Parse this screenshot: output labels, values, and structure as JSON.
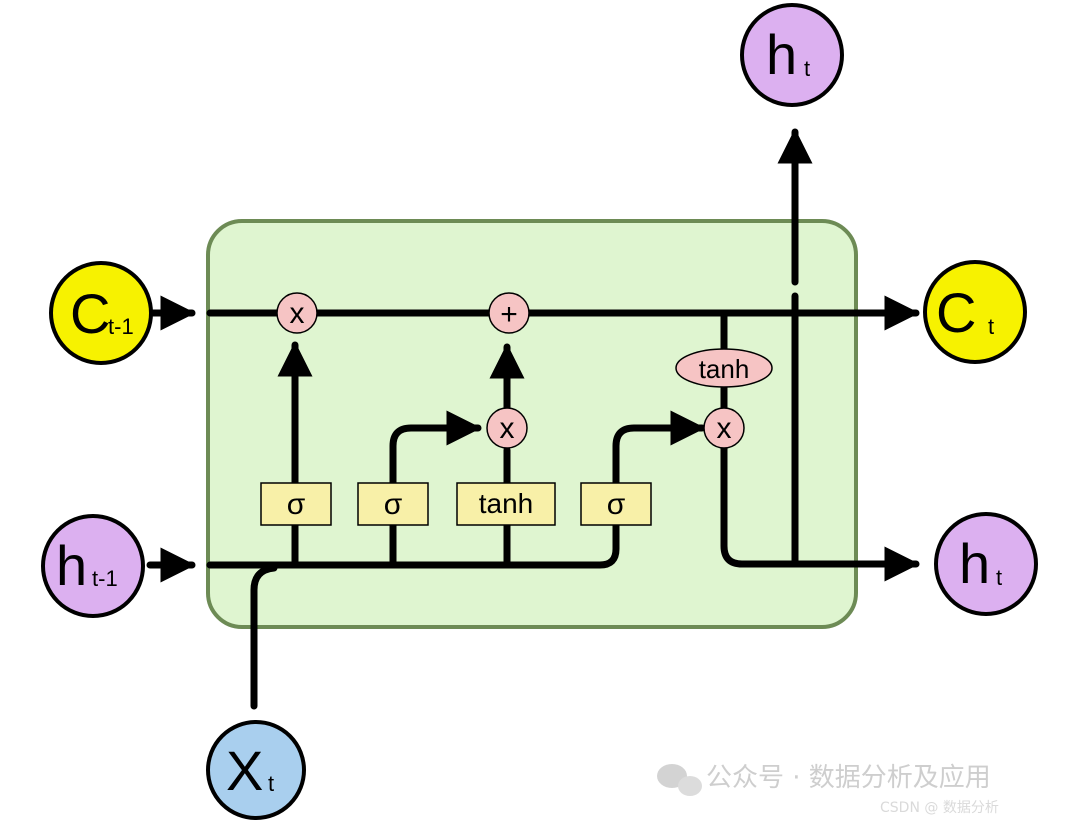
{
  "nodes": {
    "c_prev": {
      "main": "C",
      "sub": "t-1"
    },
    "h_prev": {
      "main": "h",
      "sub": "t-1"
    },
    "x_in": {
      "main": "X",
      "sub": "t"
    },
    "c_out": {
      "main": "C",
      "sub": "t"
    },
    "h_out_right": {
      "main": "h",
      "sub": "t"
    },
    "h_out_top": {
      "main": "h",
      "sub": "t"
    }
  },
  "gates": {
    "forget": "σ",
    "input": "σ",
    "candidate": "tanh",
    "output": "σ"
  },
  "ops": {
    "forget_mult": "x",
    "cell_add": "+",
    "input_mult": "x",
    "cell_tanh": "tanh",
    "output_mult": "x"
  },
  "watermark": {
    "text": "公众号 · 数据分析及应用",
    "small": "CSDN @ 数据分析"
  },
  "colors": {
    "cell_fill": "#dff5d0",
    "cell_stroke": "#6d8b55",
    "c_node": "#f7f200",
    "h_node": "#dcb0f0",
    "x_node": "#a9cfee",
    "gate_fill": "#f8f0a8",
    "op_fill": "#f6c4c4"
  }
}
